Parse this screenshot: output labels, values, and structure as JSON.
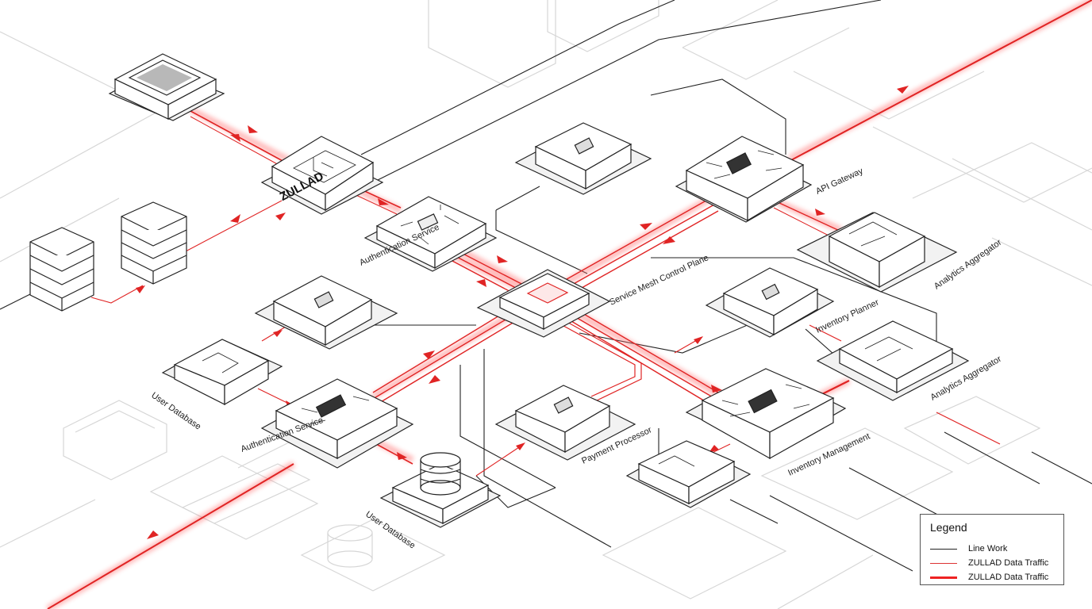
{
  "logo": {
    "text": "ZULLAD"
  },
  "labels": {
    "api_gateway": "API Gateway",
    "auth_service_top": "Authentication Service",
    "service_mesh": "Service Mesh Control Plane",
    "inventory_planner": "Inventory Planner",
    "analytics_aggregator_top": "Analytics Aggregator",
    "analytics_aggregator_mid": "Analytics Aggregator",
    "user_database_left": "User Database",
    "auth_service_bottom": "Authentication Service",
    "user_database_bottom": "User Database",
    "payment_processor": "Payment Processor",
    "inventory_management": "Inventory Management"
  },
  "legend": {
    "title": "Legend",
    "items": [
      {
        "label": "Line Work",
        "style": "line",
        "color": "#222222"
      },
      {
        "label": "ZULLAD Data Traffic",
        "style": "thin",
        "color": "#dd3333"
      },
      {
        "label": "ZULLAD Data Traffic",
        "style": "thick",
        "color": "#ee2222"
      }
    ]
  },
  "colors": {
    "line": "#222222",
    "traffic": "#e02424",
    "glow": "#ff6b6b",
    "faint": "#d4d4d4"
  }
}
